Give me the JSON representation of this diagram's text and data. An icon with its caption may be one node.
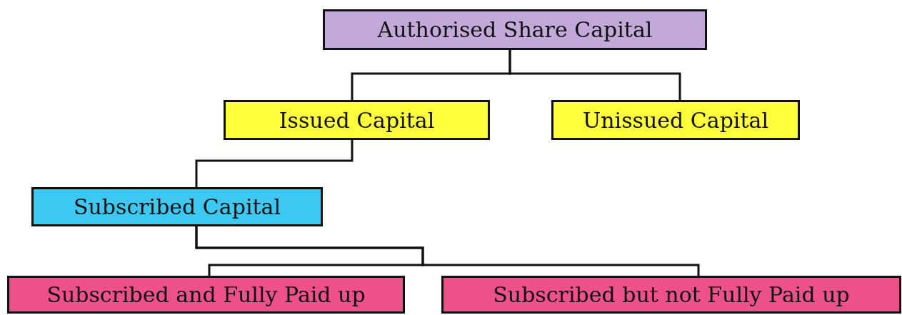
{
  "diagram": {
    "nodes": [
      {
        "text": [
          "Authorised Share Capital"
        ]
      },
      {
        "text": [
          "Issued Capital"
        ]
      },
      {
        "text": [
          "Unissued Capital"
        ]
      },
      {
        "text": [
          "Subscribed Capital"
        ]
      },
      {
        "text": [
          "Subscribed and Fully Paid up"
        ]
      },
      {
        "text": [
          "Subscribed but not Fully Paid up"
        ]
      }
    ],
    "edges": [
      {
        "from": 0,
        "to": 1,
        "arrow": "none"
      },
      {
        "from": 0,
        "to": 2,
        "arrow": "none"
      },
      {
        "from": 1,
        "to": 3,
        "arrow": "none"
      },
      {
        "from": 3,
        "to": 4,
        "arrow": "none"
      },
      {
        "from": 3,
        "to": 5,
        "arrow": "none"
      }
    ]
  }
}
